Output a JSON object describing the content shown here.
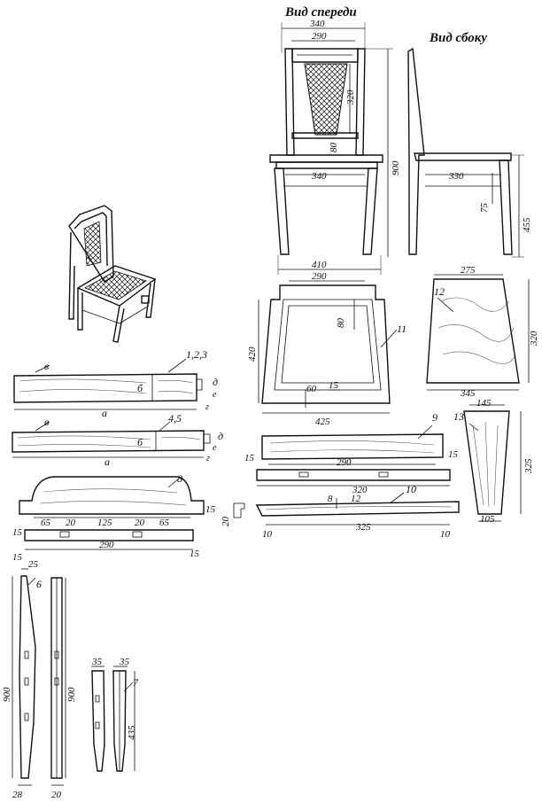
{
  "views": {
    "front_title": "Вид спереди",
    "side_title": "Вид сбоку"
  },
  "front": {
    "top_width": "340",
    "inner_width": "290",
    "back_panel": "320",
    "rail": "80",
    "seat_width": "340",
    "height": "900",
    "base_width": "410"
  },
  "side": {
    "seat_depth": "330",
    "rail": "75",
    "seat_height": "455"
  },
  "frame11": {
    "top": "290",
    "side": "420",
    "rail": "80",
    "label": "11",
    "d60": "60",
    "d15": "15",
    "bottom": "425"
  },
  "seat12": {
    "label": "12",
    "top": "275",
    "side": "320",
    "bottom": "345"
  },
  "bar123": {
    "label": "1,2,3",
    "b": "в",
    "d": "д",
    "a": "а",
    "e": "е",
    "g": "г",
    "mark": "б"
  },
  "bar45": {
    "label": "4,5",
    "b": "в",
    "d": "д",
    "a": "а",
    "e": "е",
    "g": "г",
    "mark": "б"
  },
  "part8": {
    "label": "8",
    "d65a": "65",
    "d20a": "20",
    "d125": "125",
    "d20b": "20",
    "d65b": "65",
    "d15r": "15",
    "d15l": "15",
    "d15bl": "15",
    "d15br": "15",
    "length": "290"
  },
  "part9": {
    "label": "9",
    "d15l": "15",
    "inner": "290",
    "d15r": "15",
    "length": "320"
  },
  "part10": {
    "label": "10",
    "h20": "20",
    "d8": "8",
    "d12": "12",
    "length": "325",
    "d10l": "10",
    "d10r": "10"
  },
  "part13": {
    "label": "13",
    "top": "145",
    "height": "325",
    "bottom": "105"
  },
  "part6": {
    "label": "6",
    "top": "25",
    "h_left": "900",
    "h_right": "900",
    "b_left": "28",
    "b_right": "20"
  },
  "part7": {
    "label": "7",
    "w_left": "35",
    "w_right": "35",
    "height": "435"
  }
}
